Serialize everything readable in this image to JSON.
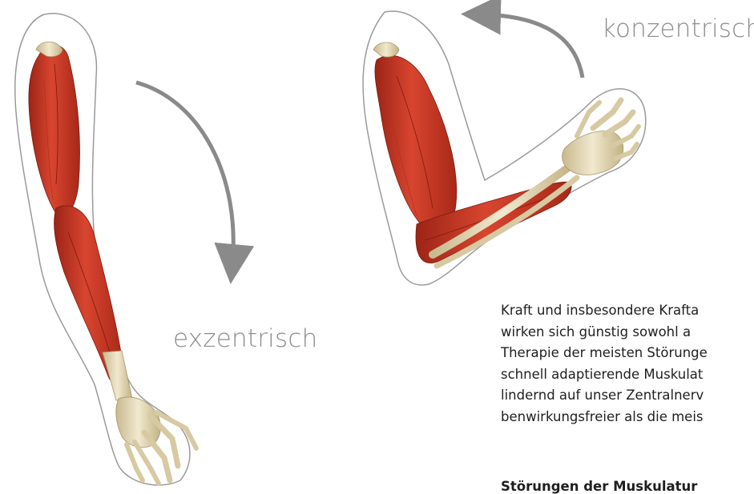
{
  "figure": {
    "colors": {
      "muscle": "#c93a28",
      "muscle_dark": "#8e1f14",
      "bone": "#e9dfbf",
      "bone_shade": "#b9a97e",
      "outline": "#9a9a9a",
      "arrow": "#8a8a8a"
    },
    "labels": {
      "concentric": "konzentrisch",
      "eccentric": "exzentrisch"
    }
  },
  "text": {
    "lines": [
      "Kraft und insbesondere Krafta",
      "wirken sich günstig sowohl a",
      "Therapie der meisten Störunge",
      "schnell adaptierende Muskulat",
      "lindernd auf unser Zentralnerv",
      "benwirkungsfreier als die meis"
    ],
    "heading": "Störungen der Muskulatur"
  }
}
